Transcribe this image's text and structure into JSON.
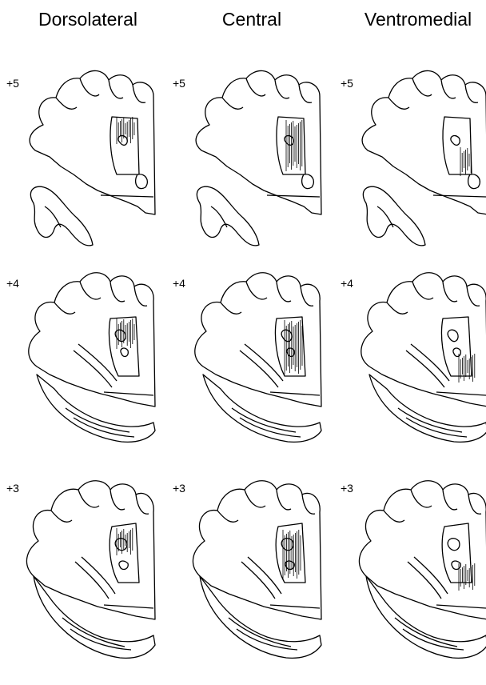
{
  "columns": [
    {
      "title": "Dorsolateral"
    },
    {
      "title": "Central"
    },
    {
      "title": "Ventromedial"
    }
  ],
  "rows": [
    {
      "label": "+5"
    },
    {
      "label": "+4"
    },
    {
      "label": "+3"
    }
  ]
}
